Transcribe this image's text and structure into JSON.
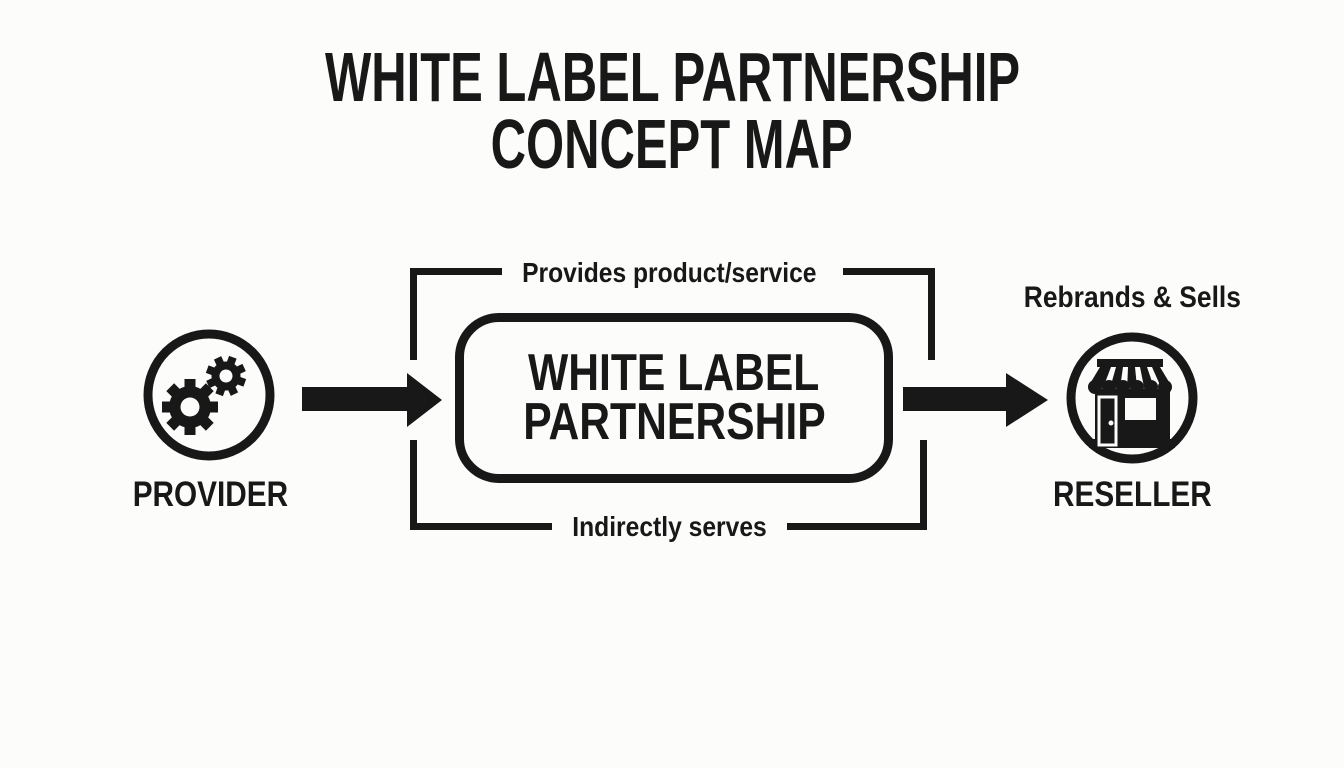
{
  "meta": {
    "background_color": "#fcfcfb",
    "ink_color": "#181818"
  },
  "title": {
    "line1": "WHITE LABEL PARTNERSHIP",
    "line2": "CONCEPT MAP"
  },
  "nodes": {
    "provider": {
      "label": "PROVIDER",
      "icon": "gears-icon"
    },
    "partnership": {
      "line1": "WHITE LABEL",
      "line2": "PARTNERSHIP"
    },
    "reseller": {
      "label": "RESELLER",
      "icon": "storefront-icon",
      "annotation": "Rebrands & Sells"
    }
  },
  "edges": {
    "top_label": "Provides product/service",
    "bottom_label": "Indirectly serves"
  }
}
